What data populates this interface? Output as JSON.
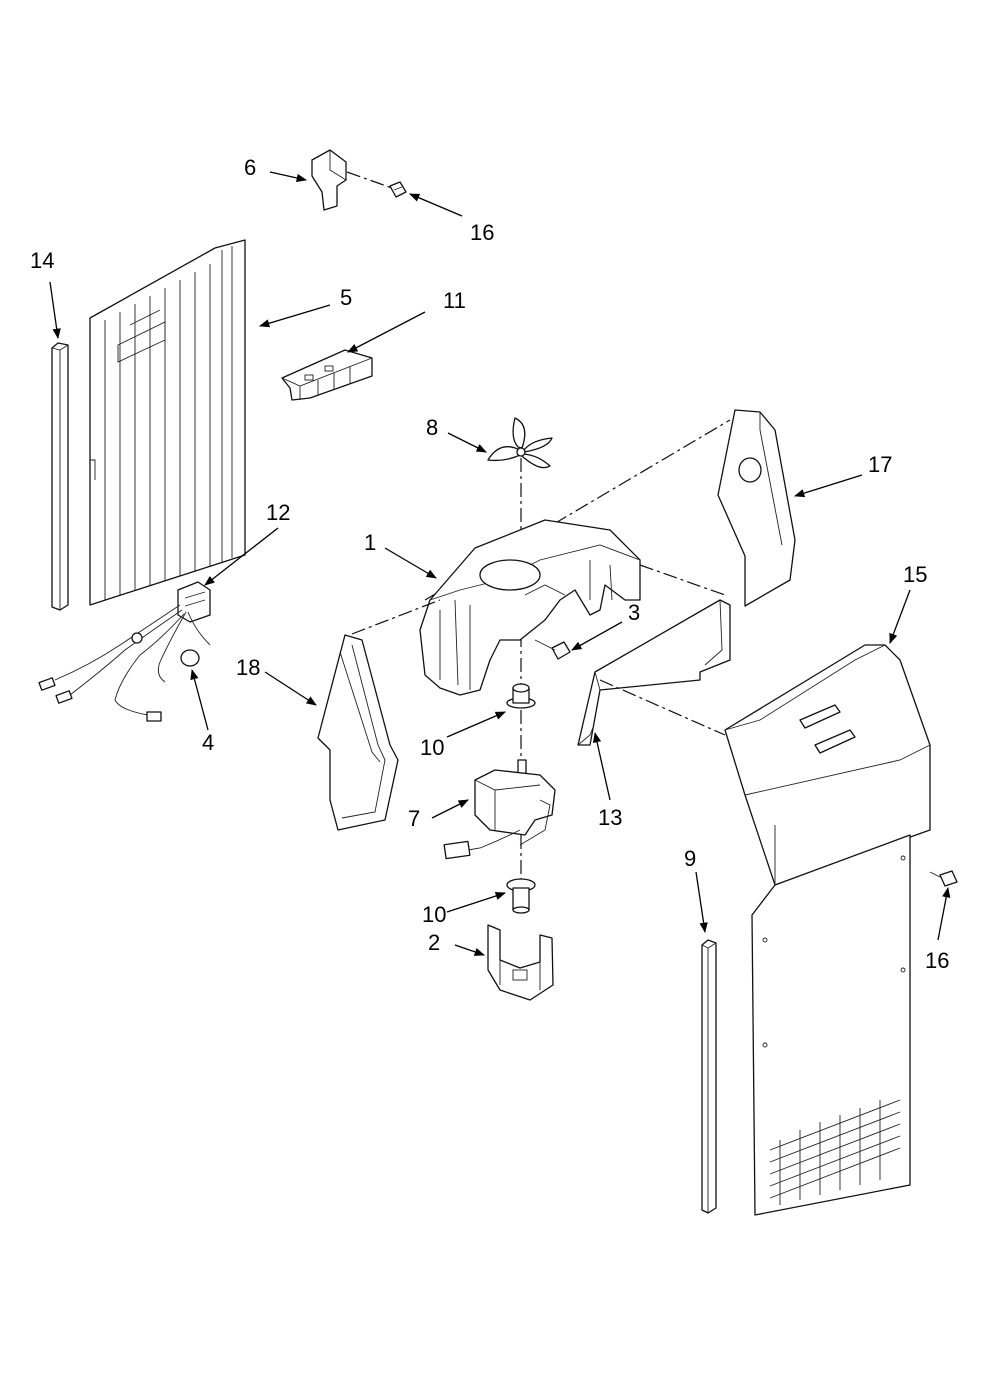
{
  "callouts": {
    "c1": "1",
    "c2": "2",
    "c3": "3",
    "c4": "4",
    "c5": "5",
    "c6": "6",
    "c7": "7",
    "c8": "8",
    "c9": "9",
    "c10a": "10",
    "c10b": "10",
    "c11": "11",
    "c12": "12",
    "c13": "13",
    "c14": "14",
    "c15": "15",
    "c16a": "16",
    "c16b": "16",
    "c17": "17",
    "c18": "18"
  }
}
